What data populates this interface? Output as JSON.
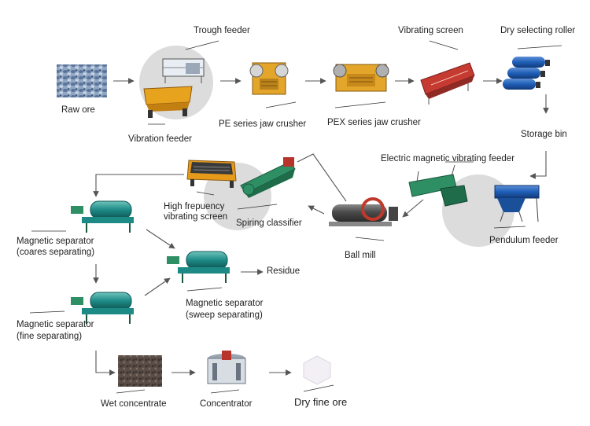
{
  "labels": {
    "raw_ore": "Raw ore",
    "trough_feeder": "Trough feeder",
    "vibration_feeder": "Vibration feeder",
    "pe_jaw_crusher": "PE series jaw crusher",
    "pex_jaw_crusher": "PEX series jaw crusher",
    "vibrating_screen": "Vibrating screen",
    "dry_selecting_roller": "Dry selecting roller",
    "storage_bin": "Storage bin",
    "electric_magnetic_vibrating_feeder": "Electric magnetic vibrating feeder",
    "pendulum_feeder": "Pendulum feeder",
    "ball_mill": "Ball mill",
    "spiring_classifier": "Spiring classifier",
    "high_frequency_screen_line1": "High frepuency",
    "high_frequency_screen_line2": "vibrating screen",
    "mag_sep_coarse_line1": "Magnetic separator",
    "mag_sep_coarse_line2": "(coares separating)",
    "mag_sep_sweep_line1": "Magnetic separator",
    "mag_sep_sweep_line2": "(sweep separating)",
    "residue": "Residue",
    "mag_sep_fine_line1": "Magnetic separator",
    "mag_sep_fine_line2": "(fine separating)",
    "wet_concentrate": "Wet concentrate",
    "concentrator": "Concentrator",
    "dry_fine_ore": "Dry fine ore"
  },
  "colors": {
    "arrow": "#555555",
    "leader": "#333333",
    "highlight_circle": "#dcdcdc",
    "machine_blue": "#1f5fb8",
    "machine_green": "#2f8f64",
    "machine_orange": "#e89a1e",
    "machine_red": "#b8332c",
    "machine_teal": "#1d8a86"
  }
}
